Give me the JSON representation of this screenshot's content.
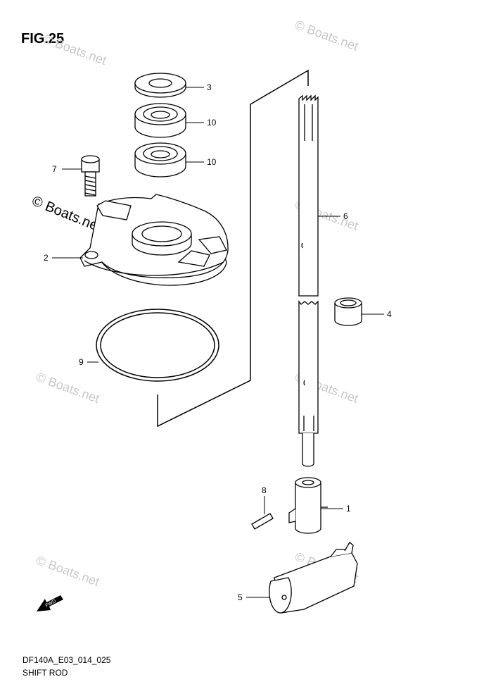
{
  "figure": {
    "title": "FIG.25",
    "code": "DF140A_E03_014_025",
    "name": "SHIFT ROD"
  },
  "callouts": [
    {
      "id": "3",
      "label": "3"
    },
    {
      "id": "10a",
      "label": "10"
    },
    {
      "id": "10b",
      "label": "10"
    },
    {
      "id": "7",
      "label": "7"
    },
    {
      "id": "6",
      "label": "6"
    },
    {
      "id": "2",
      "label": "2"
    },
    {
      "id": "4",
      "label": "4"
    },
    {
      "id": "9",
      "label": "9"
    },
    {
      "id": "8",
      "label": "8"
    },
    {
      "id": "1",
      "label": "1"
    },
    {
      "id": "5",
      "label": "5"
    }
  ],
  "watermark": "© Boats.net",
  "fwd_label": "FWD",
  "colors": {
    "line": "#000000",
    "watermark": "#c8c8c8",
    "background": "#ffffff"
  }
}
